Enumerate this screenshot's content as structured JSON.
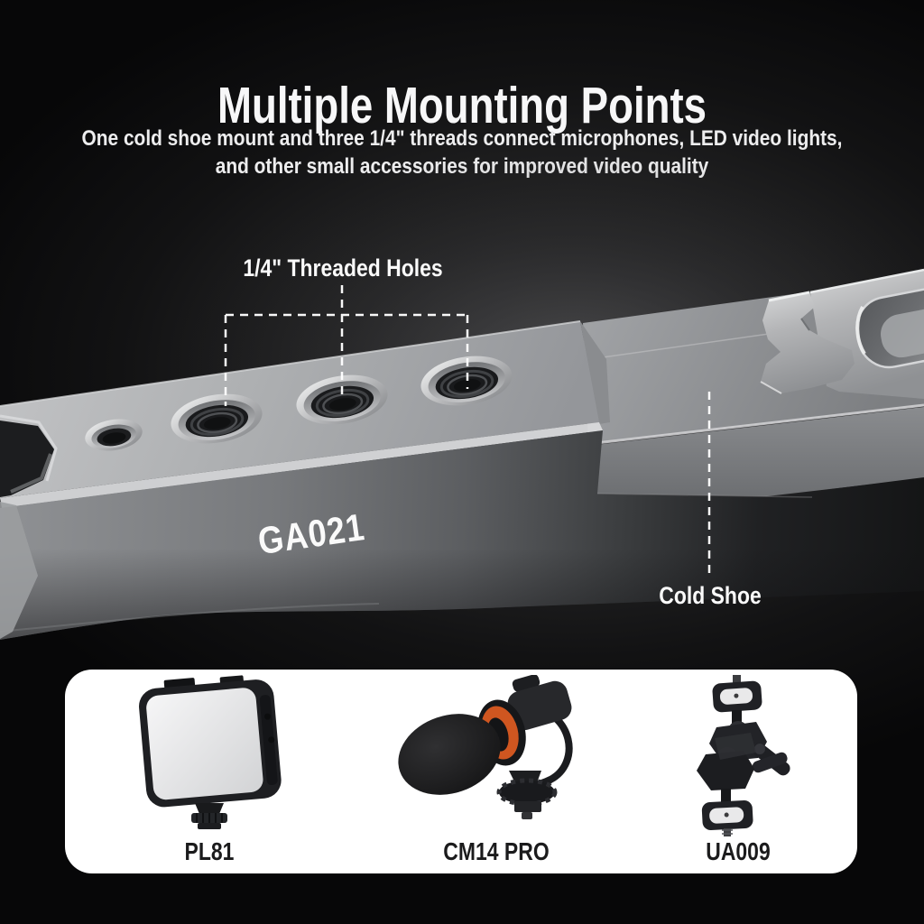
{
  "header": {
    "title": "Multiple Mounting Points",
    "subtitle_line1": "One cold shoe mount and three 1/4\" threads connect microphones, LED video lights,",
    "subtitle_line2": "and other small accessories for improved video quality"
  },
  "scene": {
    "threaded_holes_label": "1/4\" Threaded Holes",
    "cold_shoe_label": "Cold Shoe",
    "model_label": "GA021"
  },
  "accessories": [
    {
      "name": "PL81"
    },
    {
      "name": "CM14 PRO"
    },
    {
      "name": "UA009"
    }
  ],
  "colors": {
    "background": "#0c0c0d",
    "card": "#ffffff",
    "text_light": "#f6f6f7",
    "text_dark": "#1b1b1c",
    "plate_silver": "#b2b4b6",
    "plate_front_gray": "#77797c",
    "mic_orange": "#cf5620"
  }
}
